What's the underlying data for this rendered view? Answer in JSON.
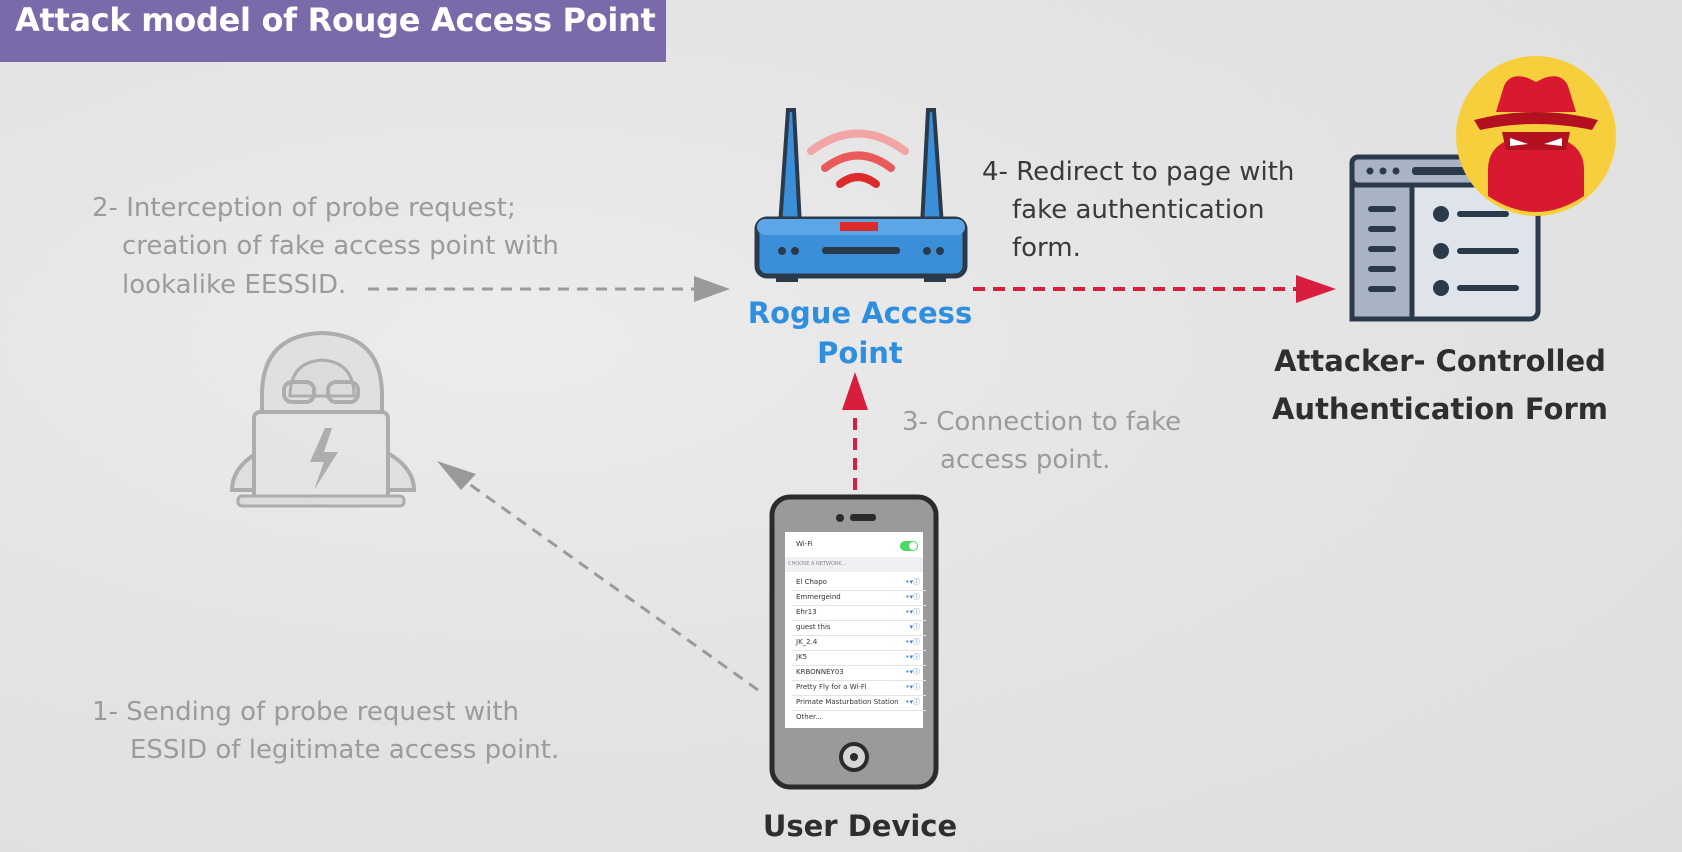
{
  "title": "Attack model of Rouge Access Point",
  "steps": {
    "step1": {
      "line1": "1- Sending of probe request with",
      "line2": "ESSID of legitimate access point."
    },
    "step2": {
      "line1": "2- Interception of probe request;",
      "line2": "creation of fake access point with",
      "line3": "lookalike EESSID."
    },
    "step3": {
      "line1": "3- Connection to fake",
      "line2": "access point."
    },
    "step4": {
      "line1": "4- Redirect to page with",
      "line2": "fake authentication",
      "line3": "form."
    }
  },
  "nodes": {
    "router_label_line1": "Rogue Access",
    "router_label_line2": "Point",
    "device_label": "User Device",
    "form_label_line1": "Attacker- Controlled",
    "form_label_line2": "Authentication Form"
  },
  "phone_screen": {
    "wifi_label": "Wi-Fi",
    "section_label": "CHOOSE A NETWORK...",
    "networks": [
      "El Chapo",
      "Emmergeind",
      "Ehr13",
      "guest this",
      "JK_2.4",
      "JK5",
      "KRBONNEY03",
      "Pretty Fly for a Wi-Fi",
      "Primate Masturbation Station",
      "Other..."
    ]
  },
  "icons": {
    "hacker": "hacker-with-laptop-icon",
    "router": "wifi-router-icon",
    "phone": "smartphone-icon",
    "form": "browser-form-icon",
    "spy": "spy-hat-icon"
  },
  "colors": {
    "title_bg": "#7b6aa9",
    "router_label": "#2f8fde",
    "red_arrow": "#d81e3c",
    "gray_arrow": "#9a9a9a",
    "spy_bg": "#f7cf3d",
    "spy_red": "#d8192f"
  }
}
